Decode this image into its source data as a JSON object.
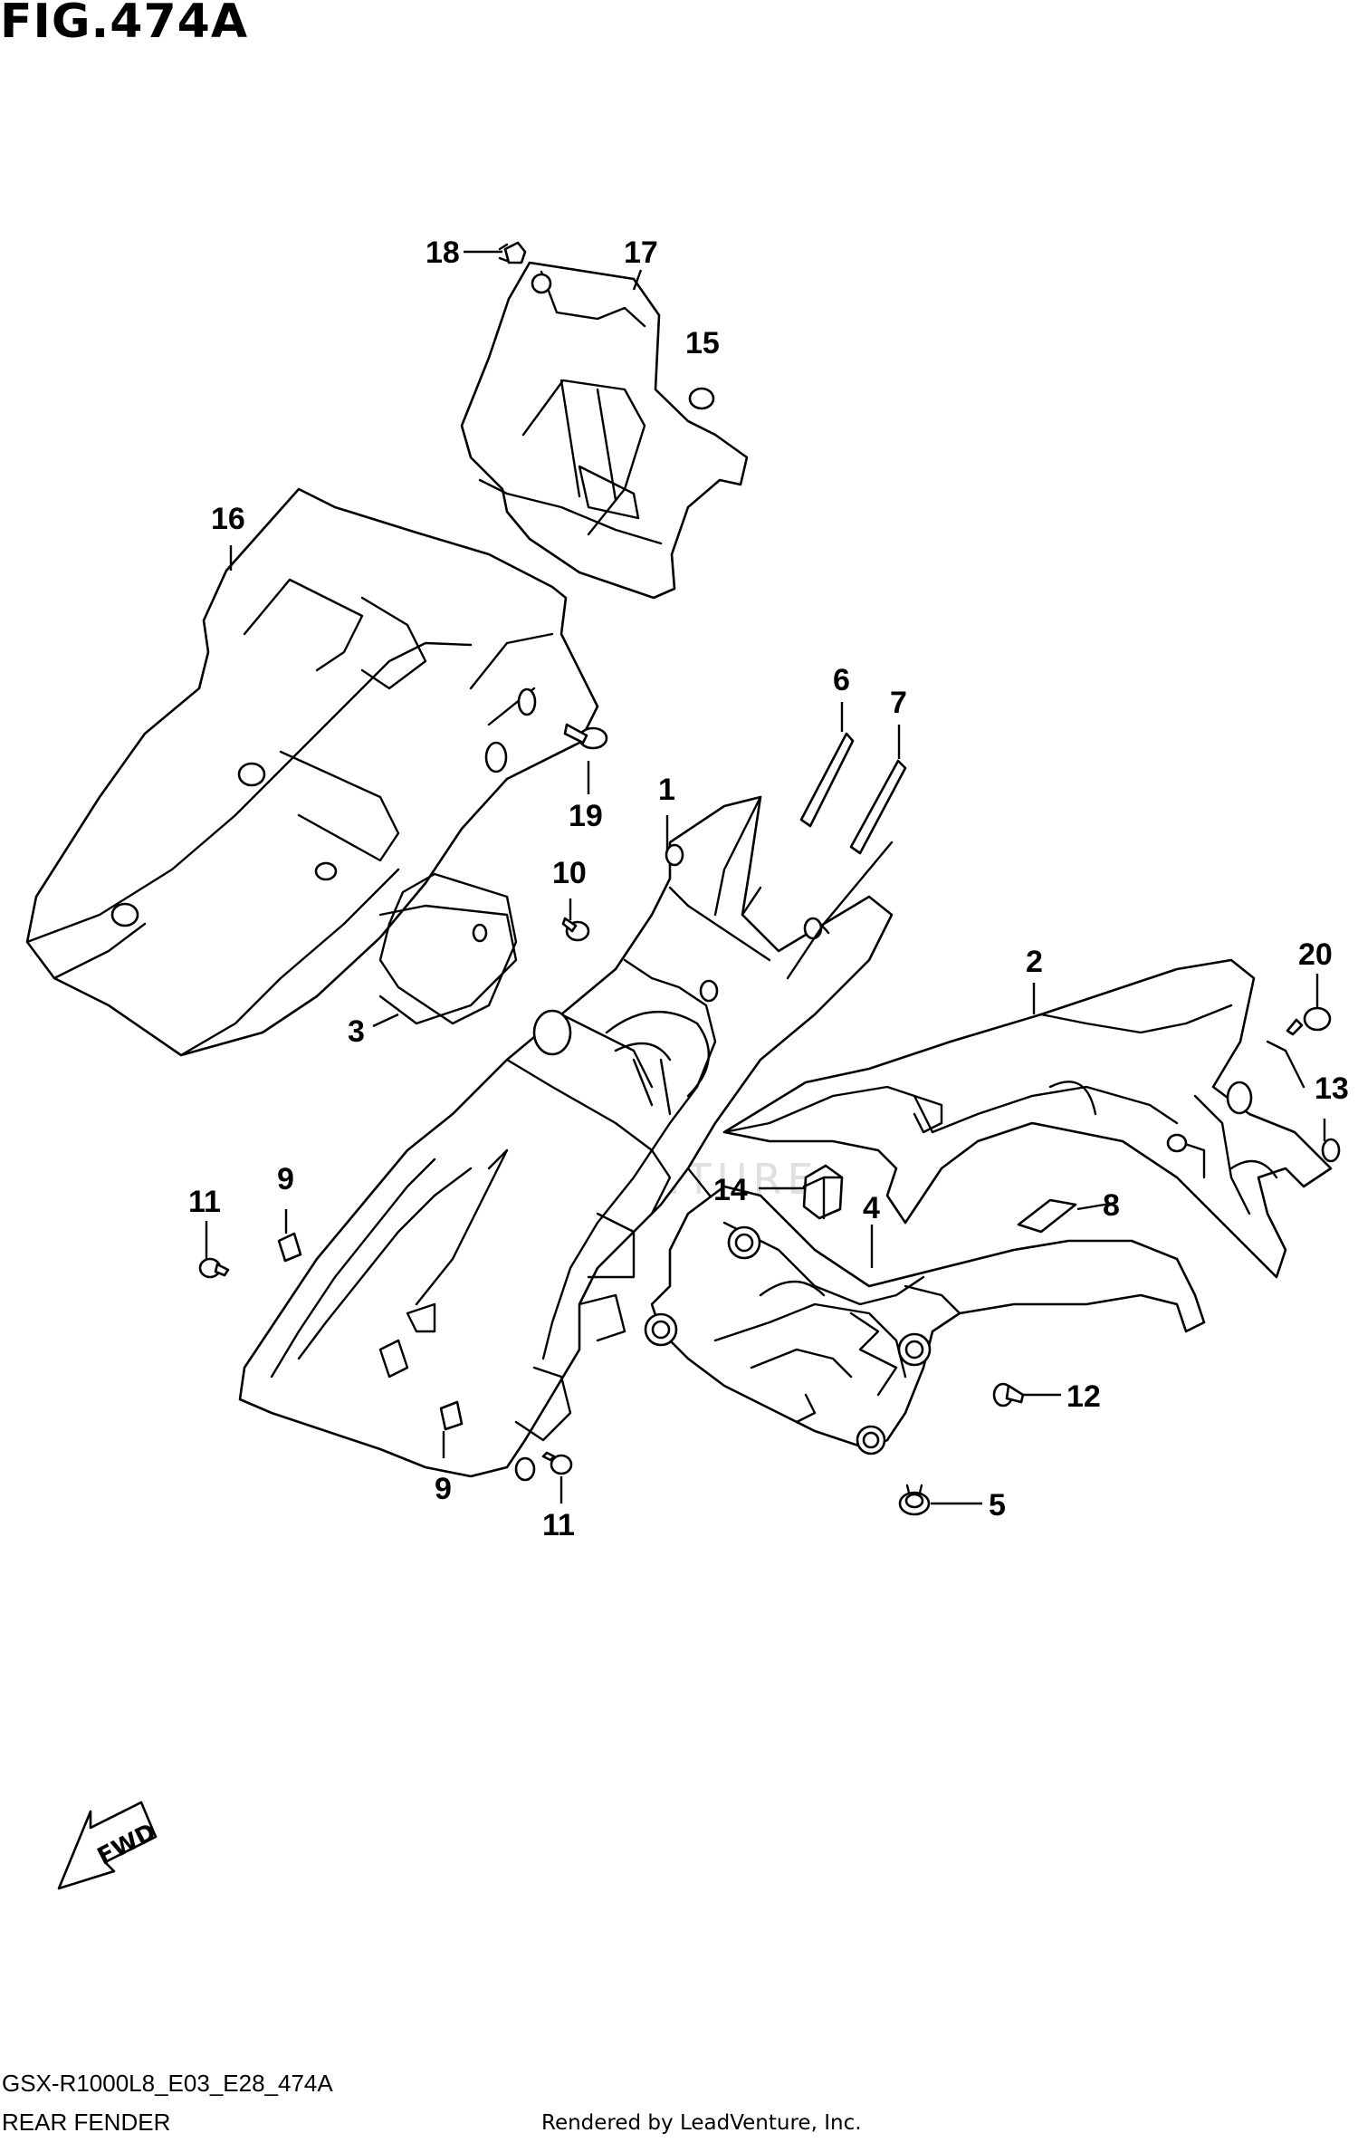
{
  "figure": {
    "title": "FIG.474A",
    "model_code": "GSX-R1000L8_E03_E28_474A",
    "section_name": "REAR FENDER",
    "credit": "Rendered by LeadVenture, Inc.",
    "watermark": "LEADVENTURE",
    "direction_label": "FWD"
  },
  "callouts": [
    {
      "id": "c1",
      "label": "1"
    },
    {
      "id": "c2",
      "label": "2"
    },
    {
      "id": "c3",
      "label": "3"
    },
    {
      "id": "c4",
      "label": "4"
    },
    {
      "id": "c5",
      "label": "5"
    },
    {
      "id": "c6",
      "label": "6"
    },
    {
      "id": "c7",
      "label": "7"
    },
    {
      "id": "c8",
      "label": "8"
    },
    {
      "id": "c9a",
      "label": "9"
    },
    {
      "id": "c9b",
      "label": "9"
    },
    {
      "id": "c10",
      "label": "10"
    },
    {
      "id": "c11a",
      "label": "11"
    },
    {
      "id": "c11b",
      "label": "11"
    },
    {
      "id": "c12",
      "label": "12"
    },
    {
      "id": "c13",
      "label": "13"
    },
    {
      "id": "c14",
      "label": "14"
    },
    {
      "id": "c15",
      "label": "15"
    },
    {
      "id": "c16",
      "label": "16"
    },
    {
      "id": "c17",
      "label": "17"
    },
    {
      "id": "c18",
      "label": "18"
    },
    {
      "id": "c19",
      "label": "19"
    },
    {
      "id": "c20",
      "label": "20"
    }
  ]
}
